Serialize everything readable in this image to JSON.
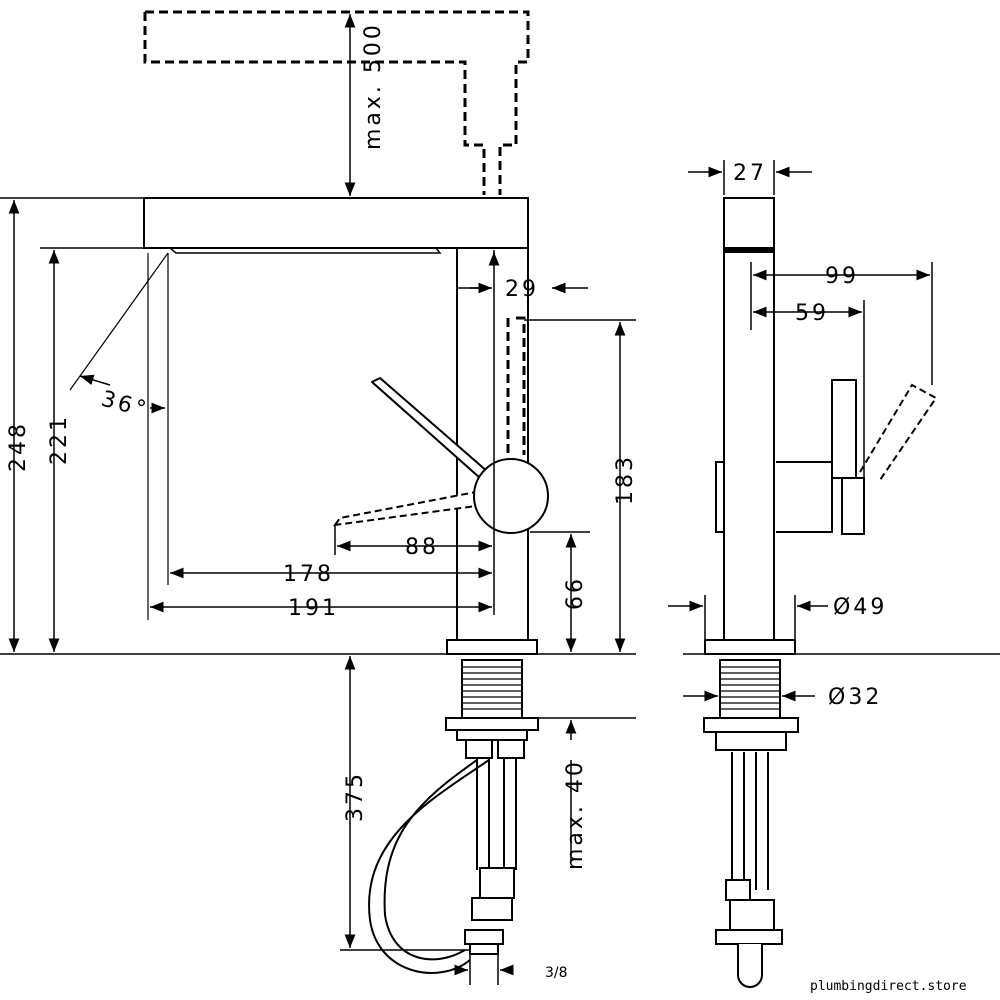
{
  "dimensions": {
    "max_500": "max. 500",
    "d248": "248",
    "d221": "221",
    "angle36": "36°",
    "d29": "29",
    "d183": "183",
    "d88": "88",
    "d178": "178",
    "d191": "191",
    "d66": "66",
    "d375": "375",
    "max_40": "max. 40",
    "thread": "3/8",
    "d27": "27",
    "d99": "99",
    "d59": "59",
    "dia49": "Ø49",
    "dia32": "Ø32"
  },
  "watermark": "plumbingdirect.store"
}
